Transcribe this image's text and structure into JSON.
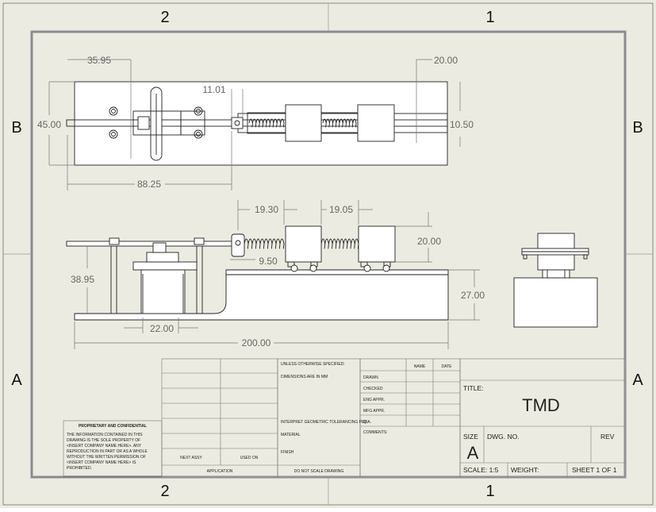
{
  "zones": {
    "top": [
      "2",
      "1"
    ],
    "bottom": [
      "2",
      "1"
    ],
    "left": [
      "B",
      "A"
    ],
    "right": [
      "B",
      "A"
    ]
  },
  "dimensions": {
    "top_view": {
      "d1": "35.95",
      "d2": "11.01",
      "d3": "20.00",
      "d4": "45.00",
      "d5": "10.50",
      "d6": "88.25"
    },
    "front_view": {
      "d1": "19.30",
      "d2": "19.05",
      "d3": "20.00",
      "d4": "9.50",
      "d5": "38.95",
      "d6": "27.00",
      "d7": "22.00",
      "d8": "200.00"
    }
  },
  "title_block": {
    "unless": "UNLESS OTHERWISE SPECIFIED:",
    "dimensions": "DIMENSIONS ARE IN MM",
    "name_col": "NAME",
    "date_col": "DATE",
    "rows": [
      "DRAWN",
      "CHECKED",
      "ENG APPR.",
      "MFG APPR.",
      "Q.A."
    ],
    "comments": "COMMENTS:",
    "interpret": "INTERPRET GEOMETRIC TOLERANCING PER:",
    "material": "MATERIAL",
    "finish": "FINISH",
    "next_assy": "NEXT ASSY",
    "used_on": "USED ON",
    "application": "APPLICATION",
    "do_not_scale": "DO NOT SCALE DRAWING",
    "title_label": "TITLE:",
    "title": "TMD",
    "size_label": "SIZE",
    "size": "A",
    "dwg_no": "DWG.  NO.",
    "rev": "REV",
    "scale": "SCALE: 1:5",
    "weight": "WEIGHT:",
    "sheet": "SHEET 1 OF 1",
    "proprietary_title": "PROPRIETARY AND CONFIDENTIAL",
    "proprietary_lines": [
      "THE INFORMATION CONTAINED IN THIS",
      "DRAWING IS THE SOLE PROPERTY OF",
      "<INSERT COMPANY NAME HERE>. ANY",
      "REPRODUCTION IN PART OR AS A WHOLE",
      "WITHOUT THE WRITTEN PERMISSION OF",
      "<INSERT COMPANY NAME HERE> IS",
      "PROHIBITED."
    ]
  }
}
